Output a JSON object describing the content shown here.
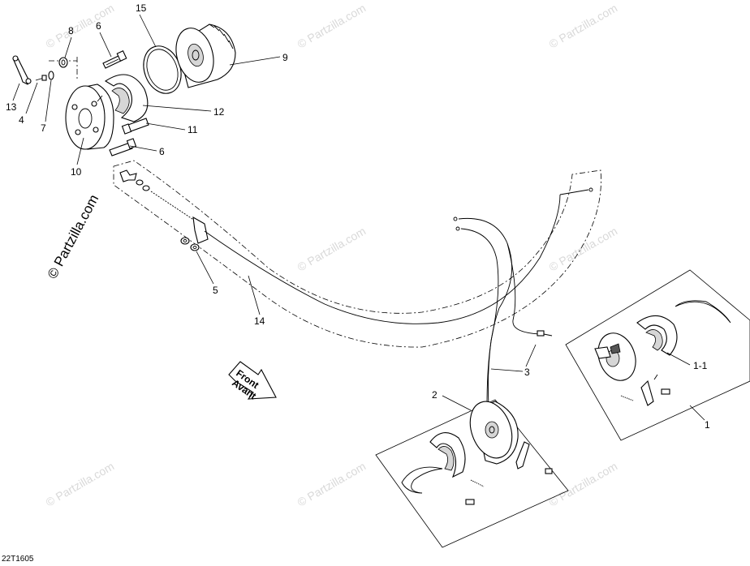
{
  "callouts": {
    "c1": "1",
    "c1_1": "1-1",
    "c2": "2",
    "c3": "3",
    "c4": "4",
    "c5": "5",
    "c6a": "6",
    "c6b": "6",
    "c7": "7",
    "c8": "8",
    "c9": "9",
    "c10": "10",
    "c11": "11",
    "c12": "12",
    "c13": "13",
    "c14": "14",
    "c15": "15"
  },
  "arrow": {
    "line1": "Front",
    "line2": "Avant"
  },
  "watermark": {
    "text": "© Partzilla.com",
    "small": "© Partzilla.com"
  },
  "diagram_code": "22T1605"
}
